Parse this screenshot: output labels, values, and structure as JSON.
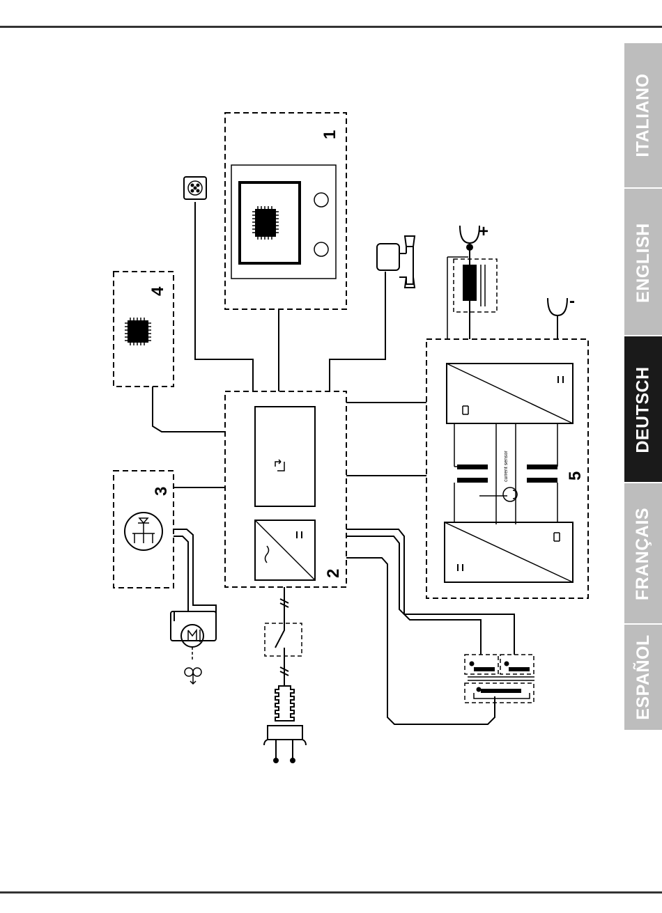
{
  "page": {
    "background": "#ffffff",
    "rule_color": "#333333"
  },
  "language_tabs": [
    {
      "label": "ITALIANO",
      "active": false
    },
    {
      "label": "ENGLISH",
      "active": false
    },
    {
      "label": "DEUTSCH",
      "active": true
    },
    {
      "label": "FRANÇAIS",
      "active": false
    },
    {
      "label": "ESPAÑOL",
      "active": false
    }
  ],
  "tab_colors": {
    "inactive": "#bdbdbd",
    "active": "#1a1a1a",
    "text": "#ffffff"
  },
  "diagram": {
    "block_numbers": {
      "b1": "1",
      "b2": "2",
      "b3": "3",
      "b4": "4",
      "b5": "5"
    },
    "sensor_label": "current sensor",
    "polarity": {
      "plus": "+",
      "minus": "-"
    },
    "converter_symbols": {
      "dc": "=",
      "ac": "~",
      "dc_ac": "≈"
    },
    "motor_label": "M"
  }
}
